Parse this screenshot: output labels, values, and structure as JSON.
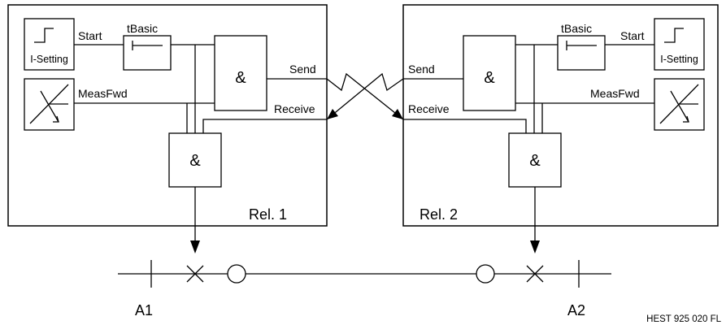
{
  "relay1": {
    "label": "Rel. 1",
    "i_setting": "I-Setting",
    "start": "Start",
    "tbasic": "tBasic",
    "meas_fwd": "MeasFwd",
    "send": "Send",
    "receive": "Receive",
    "and_gate_1": "&",
    "and_gate_2": "&"
  },
  "relay2": {
    "label": "Rel. 2",
    "i_setting": "I-Setting",
    "start": "Start",
    "tbasic": "tBasic",
    "meas_fwd": "MeasFwd",
    "send": "Send",
    "receive": "Receive",
    "and_gate_1": "&",
    "and_gate_2": "&"
  },
  "line": {
    "busbar_left": "A1",
    "busbar_right": "A2"
  },
  "figure_id": "HEST 925 020 FL"
}
